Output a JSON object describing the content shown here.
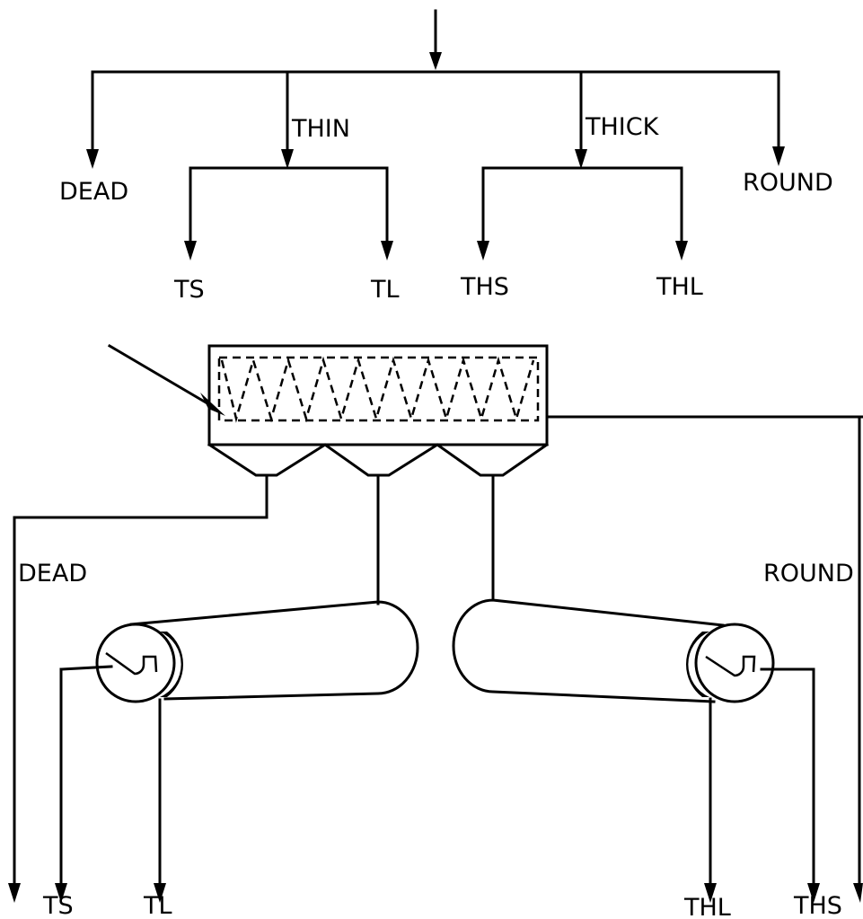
{
  "tree": {
    "thin": "THIN",
    "thick": "THICK",
    "dead": "DEAD",
    "round": "ROUND",
    "ts": "TS",
    "tl": "TL",
    "ths": "THS",
    "thl": "THL"
  },
  "apparatus": {
    "dead": "DEAD",
    "round": "ROUND",
    "ts": "TS",
    "tl": "TL",
    "thl": "THL",
    "ths": "THS"
  }
}
